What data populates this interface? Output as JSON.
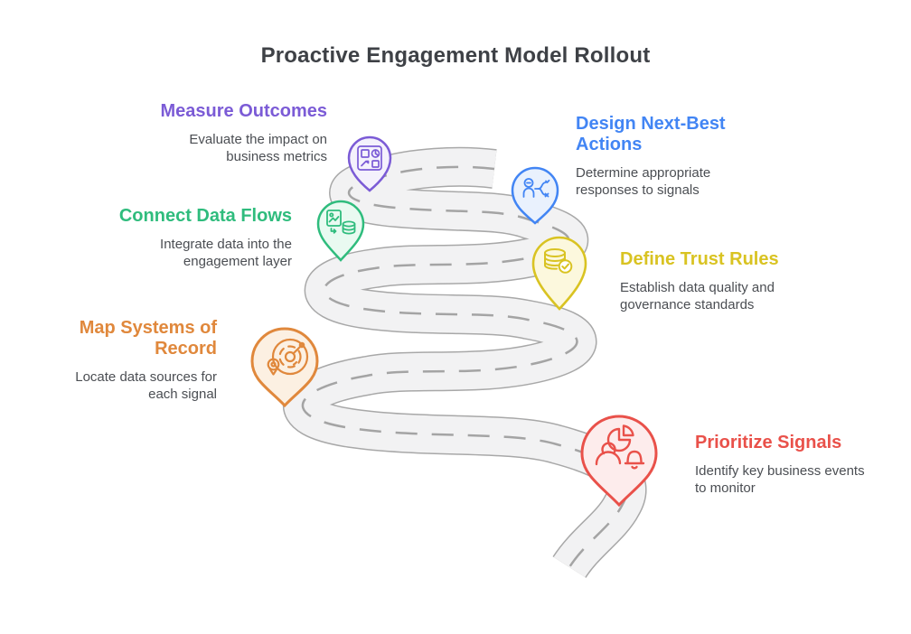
{
  "title": "Proactive Engagement Model Rollout",
  "road": {
    "fill": "#f2f2f3",
    "edge": "#a8a8a8",
    "dash": "#a4a4a4"
  },
  "steps": [
    {
      "id": "measure-outcomes",
      "label": "Measure Outcomes",
      "description": "Evaluate the impact on business metrics",
      "color": "#7b5bd6",
      "tint": "#f4f1fc",
      "icon": "dashboard-metrics-icon"
    },
    {
      "id": "design-next-best-actions",
      "label": "Design Next-Best Actions",
      "description": "Determine appropriate responses to signals",
      "color": "#4285f4",
      "tint": "#e9f1fd",
      "icon": "person-decision-icon"
    },
    {
      "id": "connect-data-flows",
      "label": "Connect Data Flows",
      "description": "Integrate data into the engagement layer",
      "color": "#2fbc7d",
      "tint": "#e9faf1",
      "icon": "file-to-database-icon"
    },
    {
      "id": "define-trust-rules",
      "label": "Define Trust Rules",
      "description": "Establish data quality and governance standards",
      "color": "#d9c322",
      "tint": "#fcf8dd",
      "icon": "database-check-icon"
    },
    {
      "id": "map-systems-of-record",
      "label": "Map Systems of Record",
      "description": "Locate data sources for each signal",
      "color": "#e0883c",
      "tint": "#fcf0e2",
      "icon": "radar-location-icon"
    },
    {
      "id": "prioritize-signals",
      "label": "Prioritize Signals",
      "description": "Identify key business events to monitor",
      "color": "#e9514a",
      "tint": "#fdecec",
      "icon": "pie-person-bell-icon"
    }
  ]
}
